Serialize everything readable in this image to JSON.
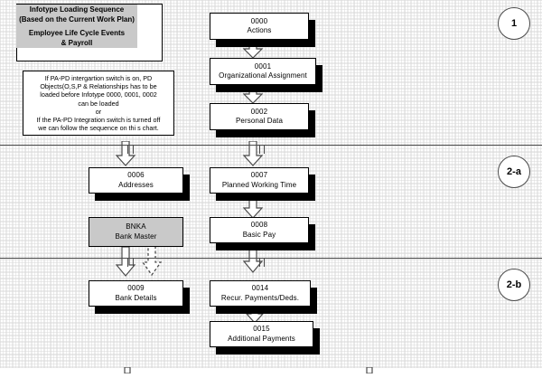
{
  "diagram": {
    "title_panel": {
      "line1": "Infotype Loading Sequence",
      "line2": "(Based on the Current Work Plan)",
      "line3": "Employee Life Cycle Events",
      "line4": "& Payroll"
    },
    "note": {
      "lines": [
        "If PA-PD intergartion switch is on, PD",
        "Objects(O,S,P  & Relationships has to be",
        "loaded before Infotype 0000, 0001, 0002",
        "can be loaded",
        "or",
        "If the PA-PD Integration switch is turned off",
        "we can follow the sequence on thi s chart."
      ]
    },
    "stages": [
      {
        "label": "1"
      },
      {
        "label": "2-a"
      },
      {
        "label": "2-b"
      }
    ],
    "nodes": [
      {
        "id": "0000",
        "code": "0000",
        "name": "Actions",
        "fill": "#ffffff",
        "section": "1"
      },
      {
        "id": "0001",
        "code": "0001",
        "name": "Organizational Assignment",
        "fill": "#ffffff",
        "section": "1"
      },
      {
        "id": "0002",
        "code": "0002",
        "name": "Personal Data",
        "fill": "#ffffff",
        "section": "1"
      },
      {
        "id": "0006",
        "code": "0006",
        "name": "Addresses",
        "fill": "#ffffff",
        "section": "2-a"
      },
      {
        "id": "0007",
        "code": "0007",
        "name": "Planned Working Time",
        "fill": "#ffffff",
        "section": "2-a"
      },
      {
        "id": "BNKA",
        "code": "BNKA",
        "name": "Bank Master",
        "fill": "#c9c9c9",
        "section": "2-a"
      },
      {
        "id": "0008",
        "code": "0008",
        "name": "Basic Pay",
        "fill": "#ffffff",
        "section": "2-a"
      },
      {
        "id": "0009",
        "code": "0009",
        "name": "Bank Details",
        "fill": "#ffffff",
        "section": "2-b"
      },
      {
        "id": "0014",
        "code": "0014",
        "name": "Recur. Payments/Deds.",
        "fill": "#ffffff",
        "section": "2-b"
      },
      {
        "id": "0015",
        "code": "0015",
        "name": "Additional Payments",
        "fill": "#ffffff",
        "section": "2-b"
      }
    ],
    "colors": {
      "node_fill": "#ffffff",
      "gray_fill": "#c9c9c9",
      "shadow": "#000000",
      "line": "#4a4a4a",
      "grid_major": "#e8e8e8"
    }
  }
}
